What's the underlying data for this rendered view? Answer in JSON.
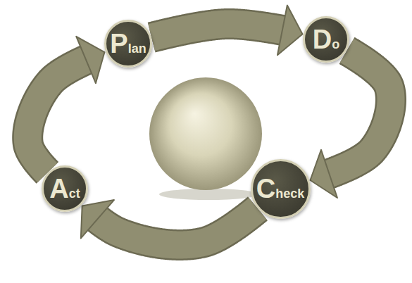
{
  "diagram": {
    "nodes": [
      {
        "text": [
          "Plan"
        ]
      },
      {
        "text": [
          "Do"
        ]
      },
      {
        "text": [
          "Check"
        ]
      },
      {
        "text": [
          "Act"
        ]
      }
    ],
    "edges": [
      {
        "from": 0,
        "to": 1,
        "arrow": "to"
      },
      {
        "from": 1,
        "to": 2,
        "arrow": "to"
      },
      {
        "from": 2,
        "to": 3,
        "arrow": "to"
      },
      {
        "from": 3,
        "to": 0,
        "arrow": "to"
      }
    ]
  }
}
